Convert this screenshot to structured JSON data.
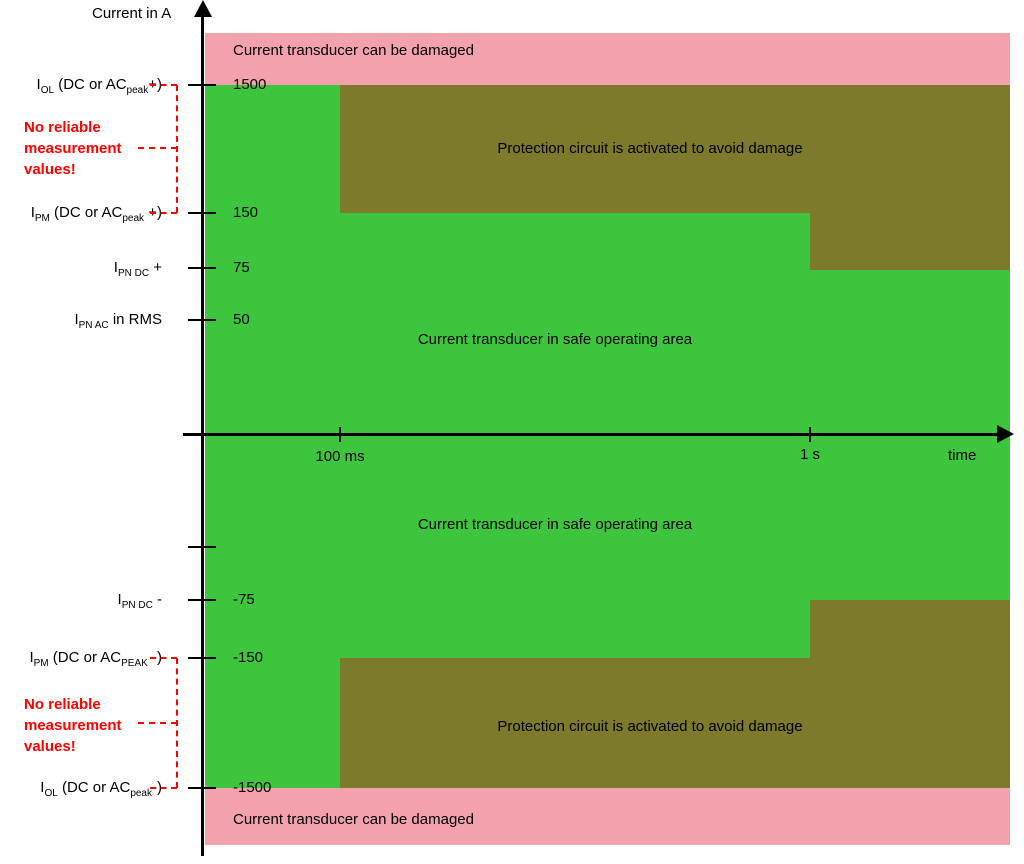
{
  "title": "Current in A",
  "x_axis": {
    "label": "time",
    "tick_labels": [
      "100 ms",
      "1 s"
    ]
  },
  "y_tick_labels": [
    "1500",
    "150",
    "75",
    "50",
    "-75",
    "-150",
    "-1500"
  ],
  "y_labels": [
    {
      "name": "I_OL_positive",
      "segments": [
        {
          "text": "I"
        },
        {
          "sub": "OL"
        },
        {
          "text": " (DC or AC"
        },
        {
          "sub": "peak"
        },
        {
          "text": "+)"
        }
      ]
    },
    {
      "name": "I_PM_positive",
      "segments": [
        {
          "text": "I"
        },
        {
          "sub": "PM"
        },
        {
          "text": " (DC or AC"
        },
        {
          "sub": "peak"
        },
        {
          "text": " +)"
        }
      ]
    },
    {
      "name": "I_PN_DC_positive",
      "segments": [
        {
          "text": "I"
        },
        {
          "sub": "PN DC"
        },
        {
          "text": " +"
        }
      ]
    },
    {
      "name": "I_PN_AC_RMS",
      "segments": [
        {
          "text": "I"
        },
        {
          "sub": "PN AC"
        },
        {
          "text": " in RMS"
        }
      ]
    },
    {
      "name": "I_PN_DC_negative",
      "segments": [
        {
          "text": "I"
        },
        {
          "sub": "PN DC"
        },
        {
          "text": " -"
        }
      ]
    },
    {
      "name": "I_PM_negative",
      "segments": [
        {
          "text": "I"
        },
        {
          "sub": "PM"
        },
        {
          "text": " (DC or AC"
        },
        {
          "sub": "PEAK"
        },
        {
          "text": " -)"
        }
      ]
    },
    {
      "name": "I_OL_negative",
      "segments": [
        {
          "text": "I"
        },
        {
          "sub": "OL"
        },
        {
          "text": " (DC or AC"
        },
        {
          "sub": "peak"
        },
        {
          "text": "-)"
        }
      ]
    }
  ],
  "regions": {
    "damage_top": "Current transducer can be damaged",
    "protection_top": "Protection circuit is activated to avoid damage",
    "safe_top": "Current transducer in safe operating area",
    "safe_bottom": "Current transducer in safe operating area",
    "protection_bottom": "Protection circuit is activated to avoid damage",
    "damage_bottom": "Current transducer can be damaged"
  },
  "annotations": {
    "no_reliable_top": "No reliable measurement values!",
    "no_reliable_bottom": "No reliable measurement values!"
  },
  "colors": {
    "safe_area_green": "#3DC63D",
    "protection_olive": "#7D7A2B",
    "damage_pink": "#F3A2AD",
    "annotation_red": "#FF0000",
    "axis_black": "#000000"
  },
  "chart_data": {
    "type": "area",
    "title": "Current in A",
    "xlabel": "time",
    "x_ticks": [
      "100 ms",
      "1 s"
    ],
    "y_ticks": [
      1500,
      150,
      75,
      50,
      -75,
      -150,
      -1500
    ],
    "regions": [
      {
        "label": "Current transducer can be damaged",
        "extent": "above +1500 A and below -1500 A"
      },
      {
        "label": "Protection circuit is activated to avoid damage",
        "extent": "between 150 and 1500 A after 100 ms, between 75 and 1500 A after 1 s, mirrored for negative currents"
      },
      {
        "label": "Current transducer in safe operating area",
        "extent": "within ±1500 A up to 100 ms, within ±150 A up to 1 s, within ±75 A beyond 1 s"
      }
    ]
  }
}
